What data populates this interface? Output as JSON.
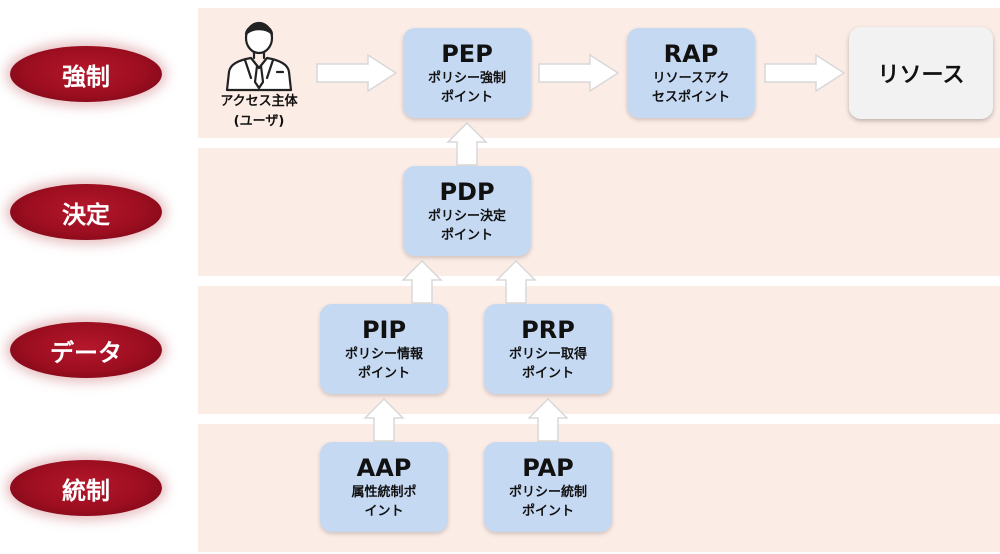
{
  "layers": [
    {
      "id": "enforce",
      "label": "強制"
    },
    {
      "id": "decide",
      "label": "決定"
    },
    {
      "id": "data",
      "label": "データ"
    },
    {
      "id": "governance",
      "label": "統制"
    }
  ],
  "user": {
    "caption": "アクセス主体\n(ユーザ)",
    "icon": "business-person-icon"
  },
  "nodes": {
    "pep": {
      "abbr": "PEP",
      "sub": "ポリシー強制\nポイント"
    },
    "rap": {
      "abbr": "RAP",
      "sub": "リソースアク\nセスポイント"
    },
    "pdp": {
      "abbr": "PDP",
      "sub": "ポリシー決定\nポイント"
    },
    "pip": {
      "abbr": "PIP",
      "sub": "ポリシー情報\nポイント"
    },
    "prp": {
      "abbr": "PRP",
      "sub": "ポリシー取得\nポイント"
    },
    "aap": {
      "abbr": "AAP",
      "sub": "属性統制ポ\nイント"
    },
    "pap": {
      "abbr": "PAP",
      "sub": "ポリシー統制\nポイント"
    }
  },
  "resource": {
    "label": "リソース"
  },
  "colors": {
    "band": "#fcece6",
    "label": "#9c0e20",
    "node": "#c6d9f3",
    "resource": "#f2f2f2",
    "arrow_fill": "#ffffff",
    "arrow_stroke": "#d8d8d8"
  }
}
